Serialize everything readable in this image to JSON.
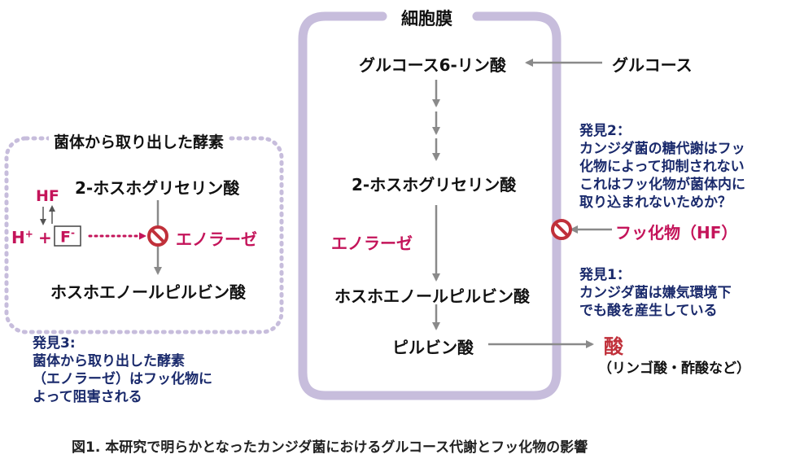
{
  "membrane": {
    "label": "細胞膜",
    "color": "#c7bddc"
  },
  "cell": {
    "glucose6p": "グルコース6-リン酸",
    "glucose": "グルコース",
    "pga_2": "2-ホスホグリセリン酸",
    "enolase": "エノラーゼ",
    "pep": "ホスホエノールピルビン酸",
    "pyruvate": "ピルビン酸"
  },
  "left_box": {
    "title": "菌体から取り出した酵素",
    "pga_2": "2-ホスホグリセリン酸",
    "hf": "HF",
    "h_plus": "H",
    "h_sup": "+",
    "plus": "+",
    "f": "F",
    "f_sup": "-",
    "enolase": "エノラーゼ",
    "pep": "ホスホエノールピルビン酸"
  },
  "right": {
    "finding2_title": "発見2：",
    "finding2_lines": [
      "カンジダ菌の糖代謝はフッ",
      "化物によって抑制されない",
      "これはフッ化物が菌体内に",
      "取り込まれないためか？"
    ],
    "fluoride": "フッ化物（HF）",
    "finding1_title": "発見1：",
    "finding1_lines": [
      "カンジダ菌は嫌気環境下",
      "でも酸を産生している"
    ],
    "acid": "酸",
    "acid_examples": "（リンゴ酸・酢酸など）"
  },
  "left_findings": {
    "finding3_title": "発見3:",
    "finding3_lines": [
      "菌体から取り出した酵素",
      "（エノラーゼ）はフッ化物に",
      "よって阻害される"
    ]
  },
  "caption": "図1. 本研究で明らかとなったカンジダ菌におけるグルコース代謝とフッ化物の影響",
  "colors": {
    "magenta": "#c4145a",
    "blue": "#1a2a6c",
    "arrow": "#8a8a8a",
    "dotted_box": "#c7bddc",
    "inhibit_red": "#c0303a"
  },
  "icons": [
    "inhibit-icon"
  ]
}
